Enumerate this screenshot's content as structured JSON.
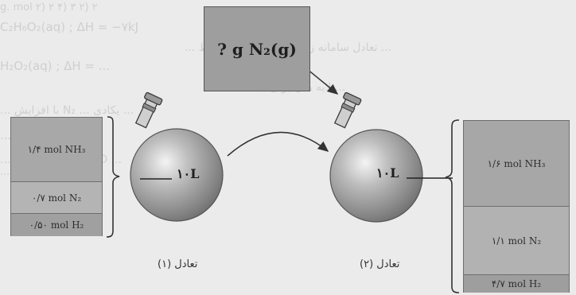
{
  "background_text": [
    "g. mol   ۲) ۲                    ۴) ۳                         ۲) ۲",
    "C₂H₆O₂(aq) ; ΔH = −۷kJ",
    "... تعادل سامانه زیر با واکنش های مربوط ...",
    "H₂O₂(aq) ; ΔH = ...",
    "... ۵۷/۹ لایه های برای ...",
    "... با افزایش N₂ ... یکادی ...",
    "... ۷۲kJ ...",
    "... ۱۰ ... C , ۶ = ... O ...",
    "..."
  ],
  "reagent": {
    "label": "? g N₂(g)"
  },
  "flask1": {
    "volume": "۱۰L",
    "caption": "تعادل (۱)",
    "contents": [
      "۱/۴ mol NH₃",
      "۰/۷ mol N₂",
      "۰/۵۰ mol H₂"
    ]
  },
  "flask2": {
    "volume": "۱۰L",
    "caption": "تعادل (۲)",
    "contents": [
      "۱/۶ mol NH₃",
      "۱/۱ mol N₂",
      "۴/۷ mol H₂"
    ]
  },
  "colors": {
    "box": "#a9a9a9",
    "sphere": "#9c9c9c",
    "line": "#333333"
  }
}
